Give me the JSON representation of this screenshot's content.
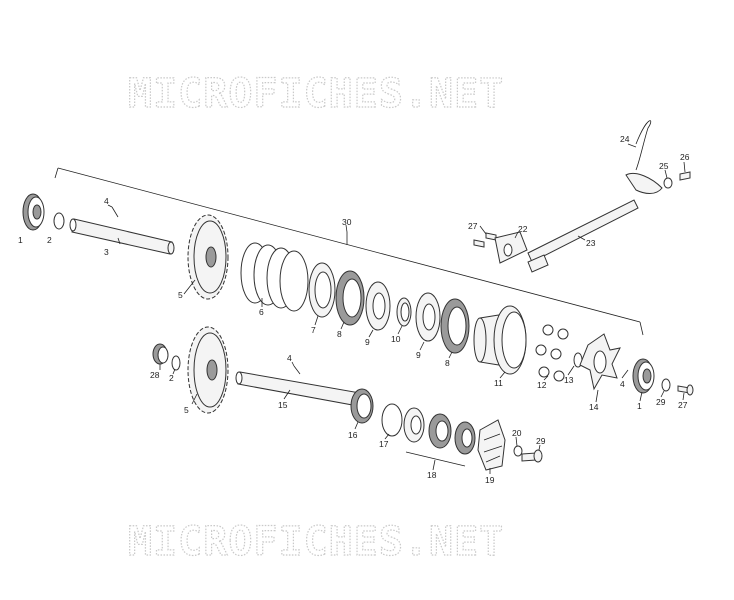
{
  "watermark": {
    "top": "MICROFICHES.NET",
    "bottom": "MICROFICHES.NET"
  },
  "callouts": {
    "c1a": "1",
    "c2a": "2",
    "c3": "3",
    "c4a": "4",
    "c5a": "5",
    "c30": "30",
    "c6": "6",
    "c7": "7",
    "c8a": "8",
    "c9a": "9",
    "c10": "10",
    "c9b": "9",
    "c8b": "8",
    "c11": "11",
    "c12": "12",
    "c13": "13",
    "c14": "14",
    "c4b": "4",
    "c1b": "1",
    "c29a": "29",
    "c27a": "27",
    "c24": "24",
    "c25": "25",
    "c26": "26",
    "c27b": "27",
    "c22": "22",
    "c23": "23",
    "c28": "28",
    "c2b": "2",
    "c5b": "5",
    "c4c": "4",
    "c15": "15",
    "c16": "16",
    "c17": "17",
    "c18": "18",
    "c19": "19",
    "c20": "20",
    "c29b": "29"
  },
  "colors": {
    "line": "#222222",
    "part_fill": "#f4f4f4",
    "dark_fill": "#9a9a9a",
    "watermark": "#c9c9c9"
  }
}
